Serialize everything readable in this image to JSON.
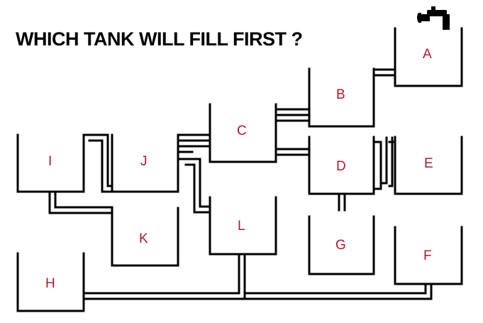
{
  "puzzle": {
    "question": "WHICH TANK WILL FILL FIRST ?",
    "faucet_icon": "faucet-icon",
    "colors": {
      "line": "#000000",
      "label": "#b1182b",
      "background": "#ffffff"
    },
    "tanks": [
      "A",
      "B",
      "C",
      "D",
      "E",
      "F",
      "G",
      "H",
      "I",
      "J",
      "K",
      "L"
    ]
  }
}
